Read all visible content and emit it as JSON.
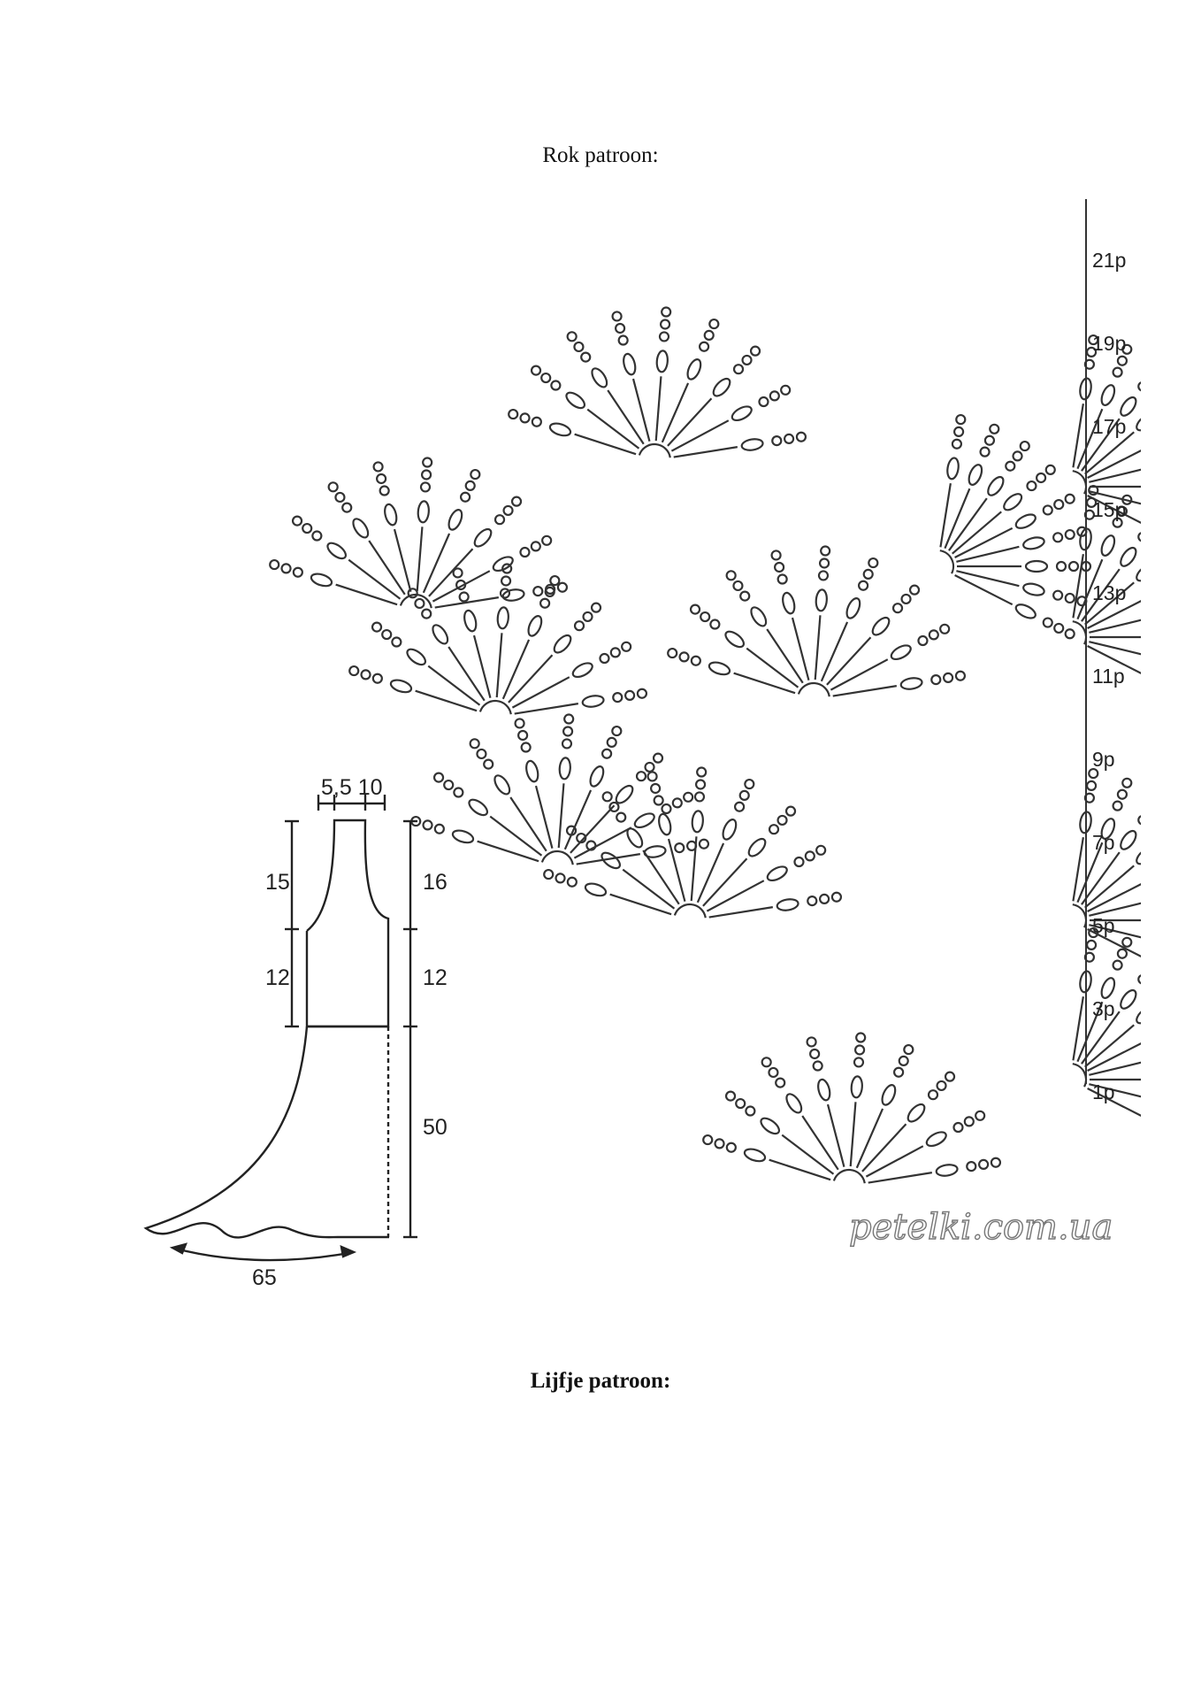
{
  "document": {
    "top_heading": "Rok patroon:",
    "bottom_heading": "Lijfje patroon:"
  },
  "crochet_chart": {
    "row_labels": [
      "21p",
      "19p",
      "17p",
      "15p",
      "13p",
      "11p",
      "9p",
      "7p",
      "5p",
      "3p",
      "1p"
    ],
    "watermark": "petelki.com.ua"
  },
  "schematic": {
    "top_widths": "5,5 10",
    "left_measures": [
      "15",
      "12"
    ],
    "right_measures": [
      "16",
      "12",
      "50"
    ],
    "hem_width": "65"
  }
}
